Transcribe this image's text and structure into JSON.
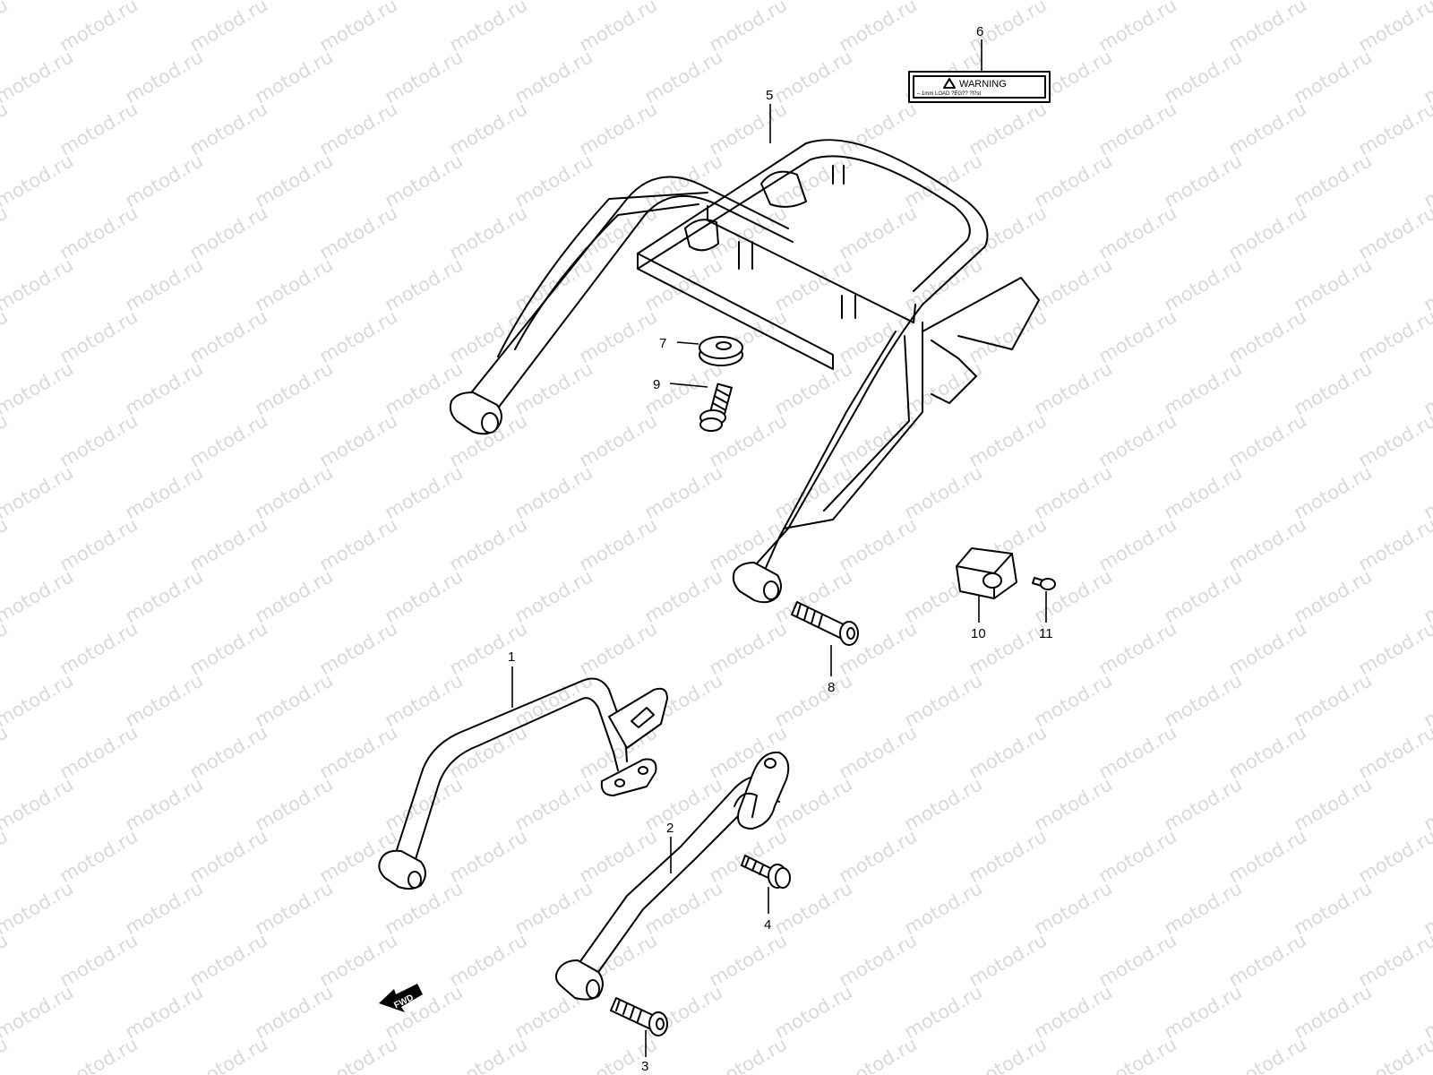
{
  "watermark": {
    "text": "motod.ru",
    "color": "#d9d9d9"
  },
  "callouts": [
    {
      "id": "1",
      "label": "1"
    },
    {
      "id": "2",
      "label": "2"
    },
    {
      "id": "3",
      "label": "3"
    },
    {
      "id": "4",
      "label": "4"
    },
    {
      "id": "5",
      "label": "5"
    },
    {
      "id": "6",
      "label": "6"
    },
    {
      "id": "7",
      "label": "7"
    },
    {
      "id": "8",
      "label": "8"
    },
    {
      "id": "9",
      "label": "9"
    },
    {
      "id": "10",
      "label": "10"
    },
    {
      "id": "11",
      "label": "11"
    }
  ],
  "warning_label": {
    "title": "WARNING",
    "subtitle": "– 1mm LOAD ?EG?? ?l?st"
  },
  "direction_arrow": {
    "text": "FWD",
    "icon": "fwd-arrow-icon"
  }
}
